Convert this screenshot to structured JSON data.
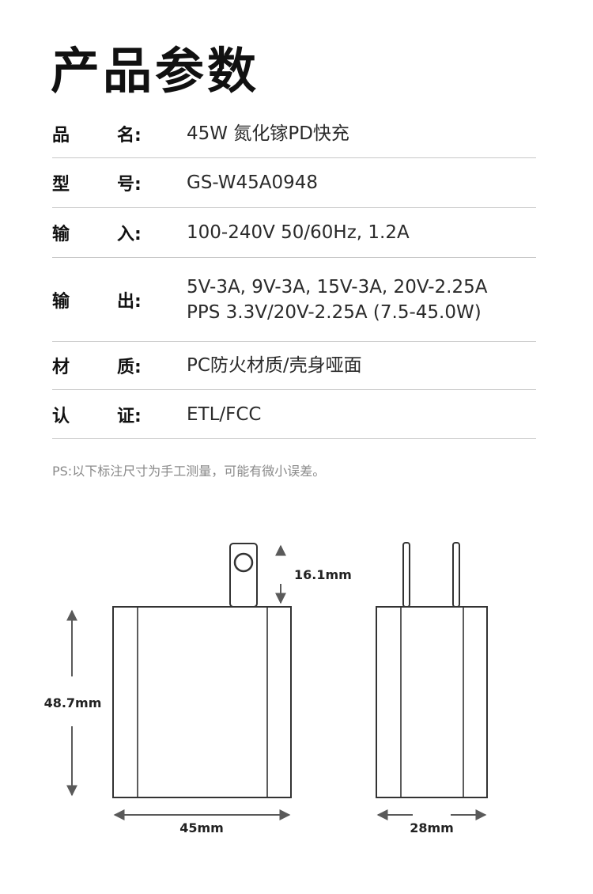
{
  "title": "产品参数",
  "specs": [
    {
      "k1": "品",
      "k2": "名:",
      "lines": [
        "45W 氮化镓PD快充"
      ]
    },
    {
      "k1": "型",
      "k2": "号:",
      "lines": [
        "GS-W45A0948"
      ]
    },
    {
      "k1": "输",
      "k2": "入:",
      "lines": [
        "100-240V 50/60Hz, 1.2A"
      ]
    },
    {
      "k1": "输",
      "k2": "出:",
      "lines": [
        "5V-3A, 9V-3A, 15V-3A, 20V-2.25A",
        "PPS 3.3V/20V-2.25A (7.5-45.0W)"
      ]
    },
    {
      "k1": "材",
      "k2": "质:",
      "lines": [
        "PC防火材质/壳身哑面"
      ]
    },
    {
      "k1": "认",
      "k2": "证:",
      "lines": [
        "ETL/FCC"
      ]
    }
  ],
  "note": "PS:以下标注尺寸为手工测量，可能有微小误差。",
  "dimensions": {
    "prong_height": "16.1mm",
    "height": "48.7mm",
    "width": "45mm",
    "depth": "28mm"
  }
}
